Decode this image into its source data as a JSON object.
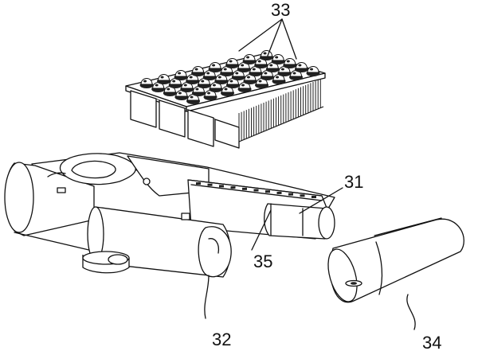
{
  "figure": {
    "labels": {
      "module_33": "33",
      "housing_31": "31",
      "cover_32": "32",
      "lens_34": "34",
      "slot_35": "35"
    },
    "line_color": "#111111",
    "background": "#ffffff"
  }
}
